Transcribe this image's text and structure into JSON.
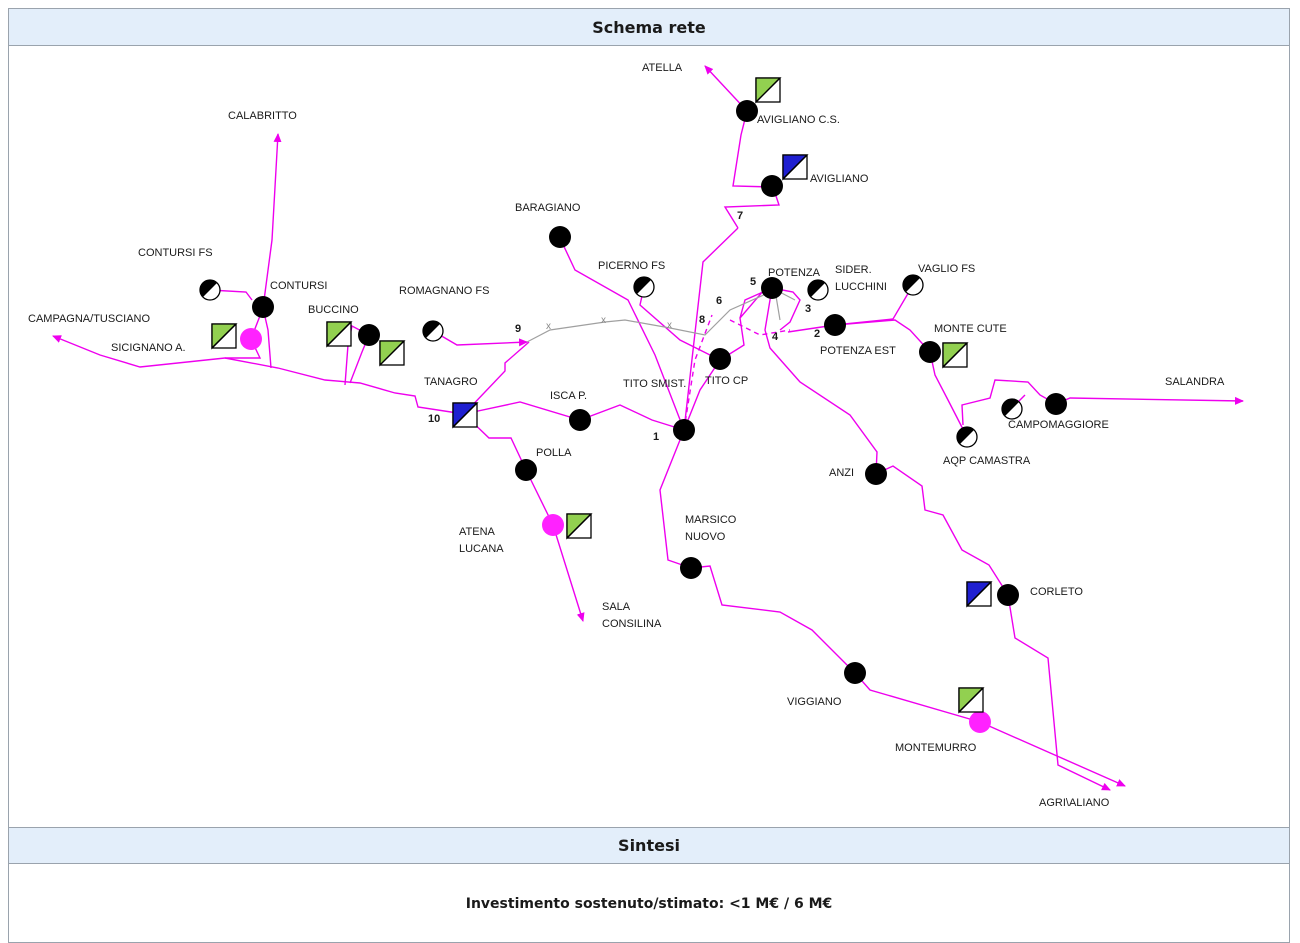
{
  "header": {
    "title": "Schema rete"
  },
  "sintesi": {
    "title": "Sintesi",
    "text": "Investimento sostenuto/stimato: <1 M€ / 6 M€"
  },
  "colors": {
    "line": "#ee00ee",
    "node": "#000000",
    "pink_node": "#ff22ff",
    "green": "#92d050",
    "blue": "#1f1fd0",
    "gray_line": "#a0a0a0",
    "header_bg": "#e3eefa"
  },
  "labels": {
    "atella": "ATELLA",
    "avigliano_cs": "AVIGLIANO C.S.",
    "avigliano": "AVIGLIANO",
    "calabritto": "CALABRITTO",
    "baragiano": "BARAGIANO",
    "contursi_fs": "CONTURSI FS",
    "contursi": "CONTURSI",
    "picerno_fs": "PICERNO FS",
    "potenza": "POTENZA",
    "sider": "SIDER.",
    "lucchini": "LUCCHINI",
    "vaglio_fs": "VAGLIO FS",
    "romagnano_fs": "ROMAGNANO FS",
    "buccino": "BUCCINO",
    "campagna": "CAMPAGNA/TUSCIANO",
    "sicignano": "SICIGNANO A.",
    "monte_cute": "MONTE CUTE",
    "potenza_est": "POTENZA EST",
    "tito_cp": "TITO CP",
    "tito_smist": "TITO SMIST.",
    "salandra": "SALANDRA",
    "tanagro": "TANAGRO",
    "isca": "ISCA P.",
    "campomaggiore": "CAMPOMAGGIORE",
    "aqp_camastra": "AQP CAMASTRA",
    "polla": "POLLA",
    "anzi": "ANZI",
    "atena": "ATENA",
    "lucana": "LUCANA",
    "marsico": "MARSICO",
    "nuovo": "NUOVO",
    "sala": "SALA",
    "consilina": "CONSILINA",
    "corleto": "CORLETO",
    "viggiano": "VIGGIANO",
    "montemurro": "MONTEMURRO",
    "agri": "AGRI\\ALIANO"
  },
  "numbers": {
    "n1": "1",
    "n2": "2",
    "n3": "3",
    "n4": "4",
    "n5": "5",
    "n6": "6",
    "n7": "7",
    "n8": "8",
    "n9": "9",
    "n10": "10"
  },
  "markers": {
    "x": "x"
  }
}
